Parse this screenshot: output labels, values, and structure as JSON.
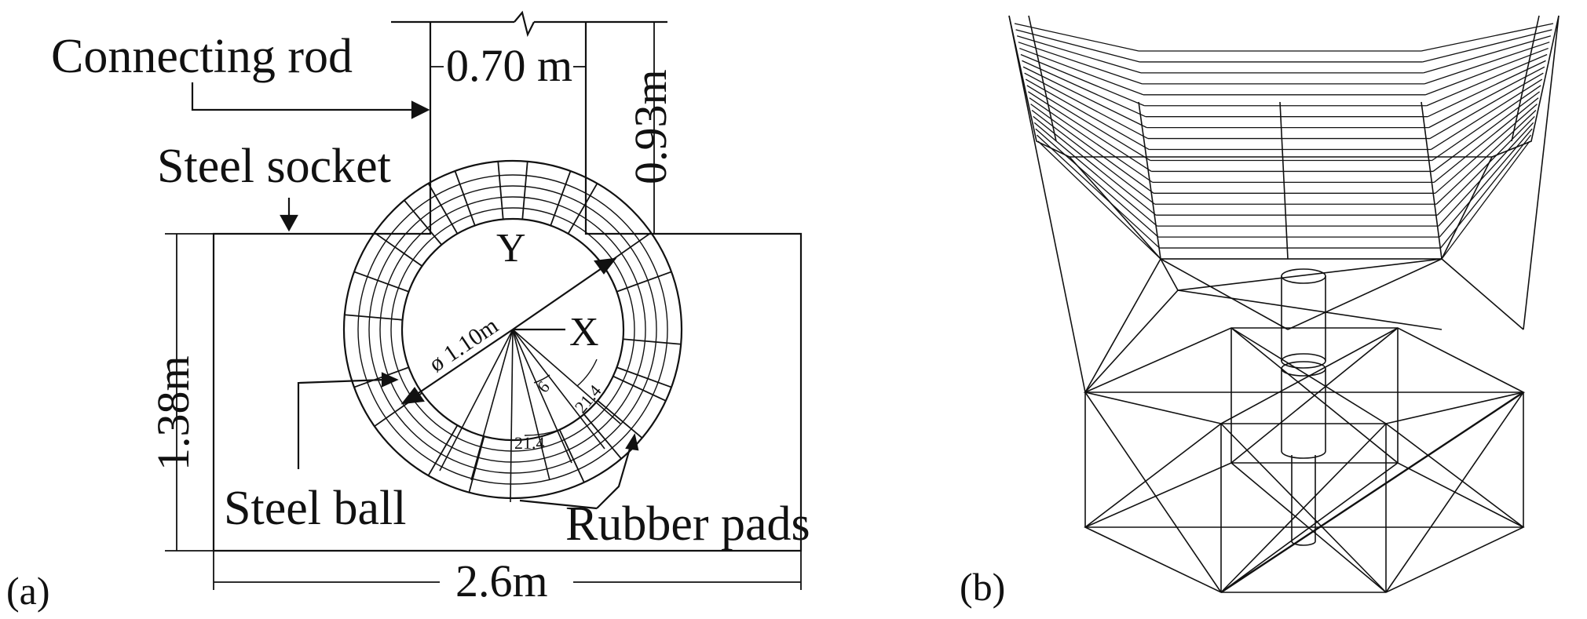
{
  "panel_a": {
    "caption": "(a)",
    "labels": {
      "connecting_rod": "Connecting rod",
      "steel_socket": "Steel socket",
      "steel_ball": "Steel ball",
      "rubber_pads": "Rubber pads"
    },
    "dimensions": {
      "rod_width": "0.70 m",
      "rod_height": "0.93m",
      "socket_height": "1.38m",
      "socket_width": "2.6m",
      "ball_diameter": "ø 1.10m"
    },
    "axes": {
      "y": "Y",
      "x": "X"
    },
    "angles": [
      "6",
      "21.4",
      "21.4"
    ]
  },
  "panel_b": {
    "caption": "(b)"
  }
}
